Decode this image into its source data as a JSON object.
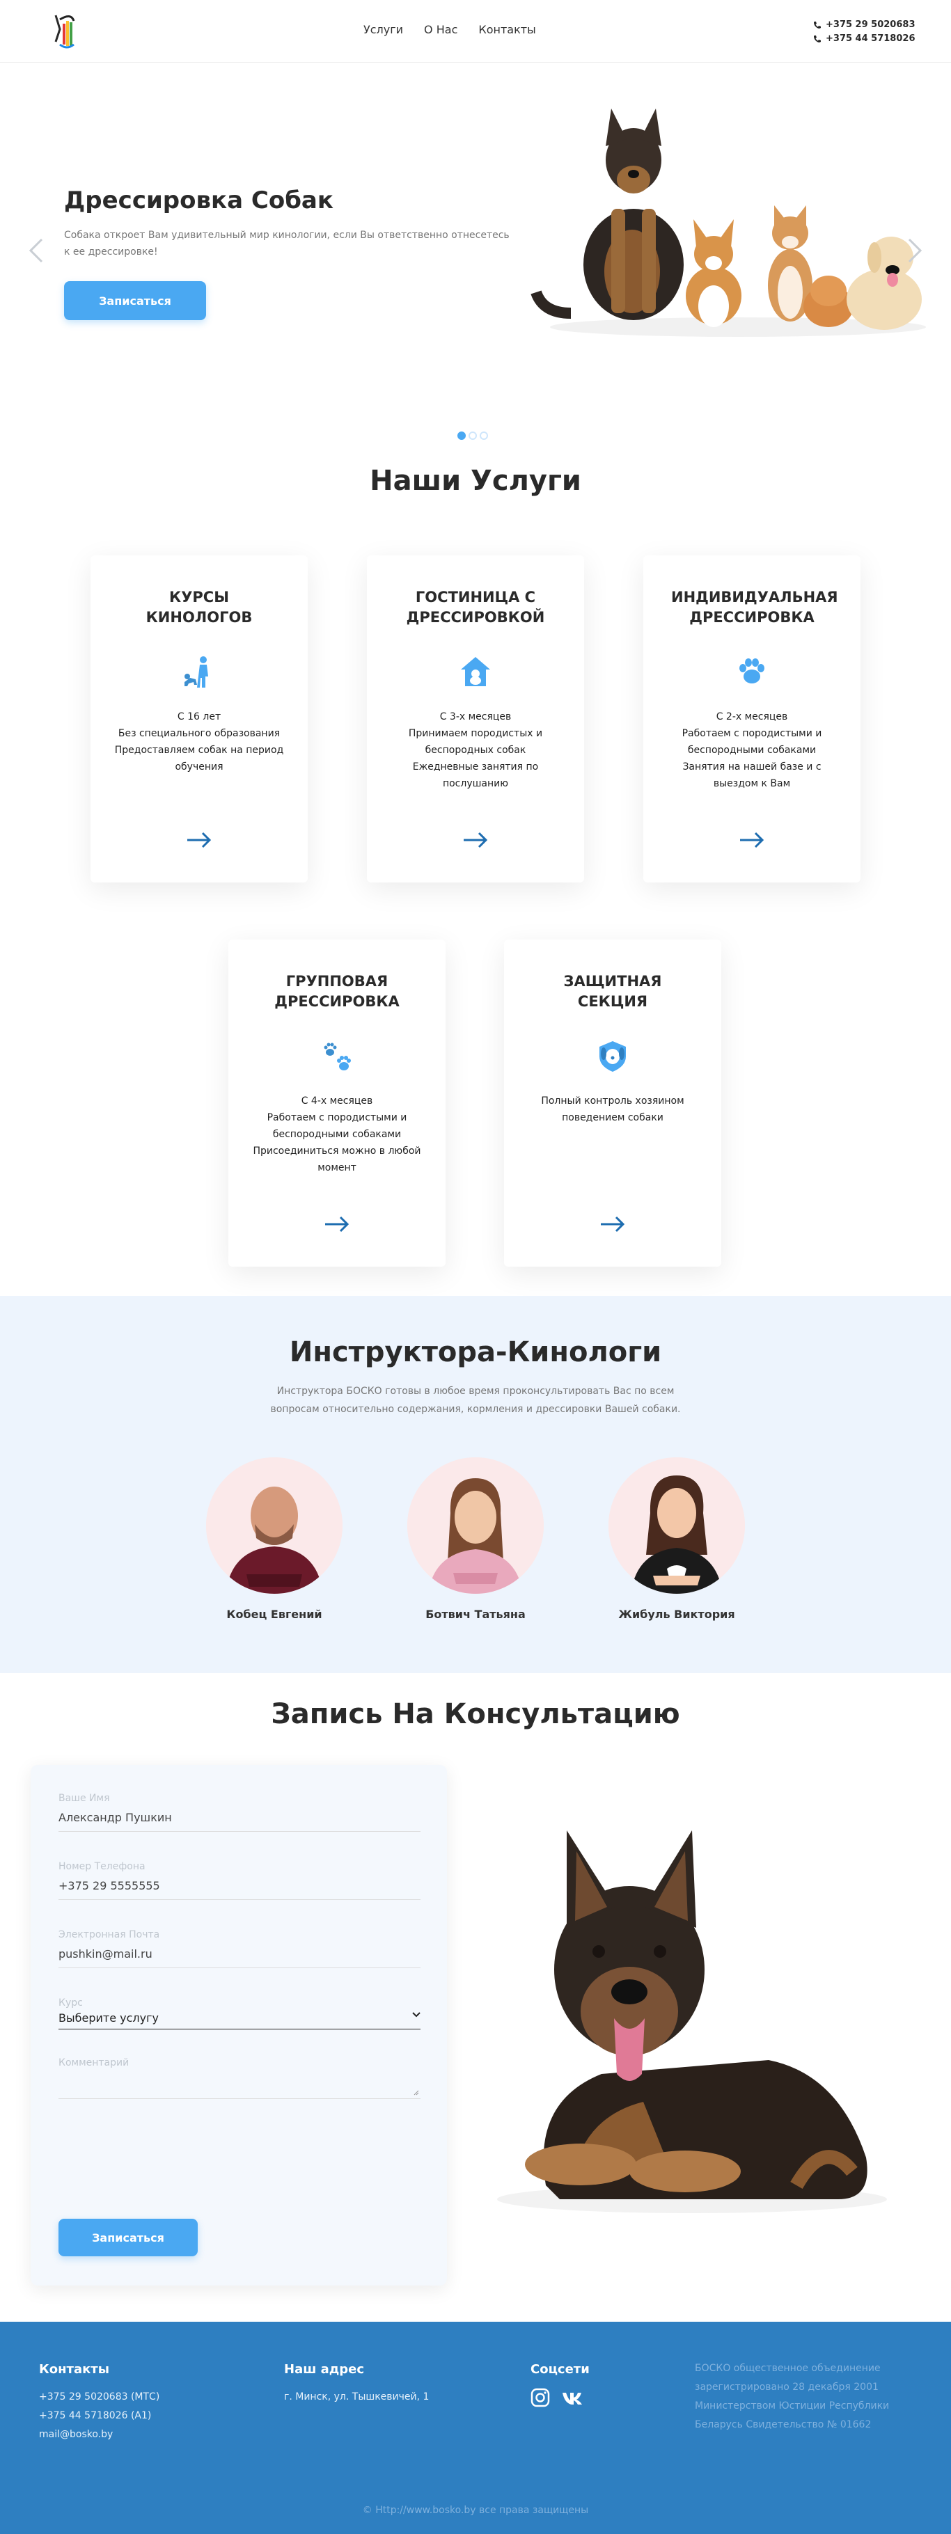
{
  "header": {
    "nav": [
      "Услуги",
      "О Нас",
      "Контакты"
    ],
    "phones": [
      "+375 29 5020683",
      "+375 44 5718026"
    ]
  },
  "hero": {
    "title": "Дрессировка Собак",
    "text": "Собака откроет Вам удивительный мир кинологии, если Вы ответственно отнесетесь к ее дрессировке!",
    "button": "Записаться"
  },
  "services": {
    "title": "Наши Услуги",
    "cards": [
      {
        "title": "КУРСЫ КИНОЛОГОВ",
        "icon": "trainer-dog-icon",
        "lines": [
          "С 16 лет",
          "Без специального образования",
          "Предоставляем собак на период обучения"
        ]
      },
      {
        "title": "ГОСТИНИЦА С ДРЕССИРОВКОЙ",
        "icon": "dog-house-icon",
        "lines": [
          "С 3-х месяцев",
          "Принимаем породистых и беспородных собак",
          "Ежедневные занятия по послушанию"
        ]
      },
      {
        "title": "ИНДИВИДУАЛЬНАЯ ДРЕССИРОВКА",
        "icon": "paw-icon",
        "lines": [
          "С 2-х месяцев",
          "Работаем с породистыми и беспородными собаками",
          "Занятия на нашей базе и с выездом к Вам"
        ]
      },
      {
        "title": "ГРУППОВАЯ ДРЕССИРОВКА",
        "icon": "paws-icon",
        "lines": [
          "С 4-х месяцев",
          "Работаем с породистыми и беспородными собаками",
          "Присоединиться можно в любой момент"
        ]
      },
      {
        "title": "ЗАЩИТНАЯ СЕКЦИЯ",
        "icon": "dog-shield-icon",
        "lines": [
          "Полный контроль хозяином поведением собаки"
        ]
      }
    ]
  },
  "instructors": {
    "title": "Инструктора-Кинологи",
    "subtitle": "Инструктора БОСКО готовы в любое время проконсультировать Вас по всем вопросам относительно содержания, кормления и дрессировки Вашей собаки.",
    "people": [
      "Кобец Евгений",
      "Ботвич Татьяна",
      "Жибуль Виктория"
    ]
  },
  "form": {
    "title": "Запись На Консультацию",
    "name_label": "Ваше Имя",
    "name_value": "Александр Пушкин",
    "phone_label": "Номер Телефона",
    "phone_value": "+375 29 5555555",
    "email_label": "Электронная Почта",
    "email_value": "pushkin@mail.ru",
    "course_label": "Курс",
    "course_value": "Выберите услугу",
    "comment_label": "Комментарий",
    "button": "Записаться"
  },
  "footer": {
    "contacts_title": "Контакты",
    "contacts": [
      "+375 29 5020683 (МТС)",
      "+375 44 5718026 (A1)",
      "mail@bosko.by"
    ],
    "address_title": "Наш адрес",
    "address": "г. Минск, ул. Тышкевичей, 1",
    "social_title": "Соцсети",
    "legal": "БОСКО общественное объединение зарегистрировано 28 декабря 2001 Министерством Юстиции Республики Беларусь Свидетельство № 01662",
    "copyright": "© Http://www.bosko.by все права защищены"
  },
  "colors": {
    "accent": "#4aa8f2",
    "footer": "#2e7fc1",
    "section_bg": "#edf4fd"
  }
}
